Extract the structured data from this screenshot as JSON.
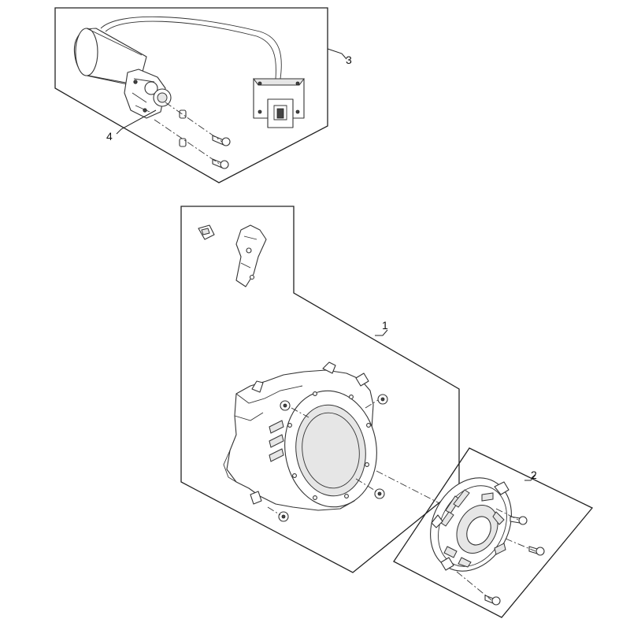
{
  "callouts": [
    {
      "id": "1",
      "label": "1"
    },
    {
      "id": "2",
      "label": "2"
    },
    {
      "id": "3",
      "label": "3"
    },
    {
      "id": "4",
      "label": "4"
    }
  ],
  "colors": {
    "line": "#333333",
    "background": "#ffffff",
    "shade": "#e6e6e6"
  }
}
